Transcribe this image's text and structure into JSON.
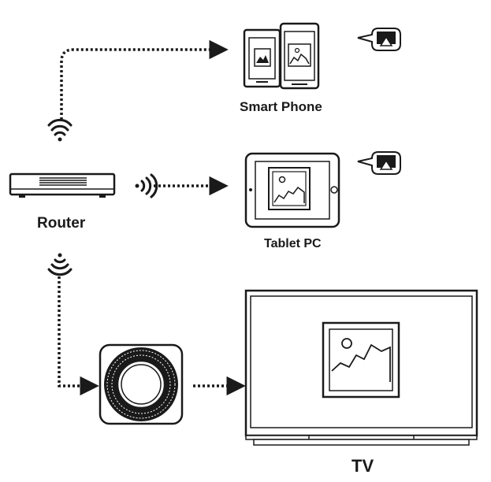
{
  "labels": {
    "phone": "Smart Phone",
    "router": "Router",
    "tablet": "Tablet PC",
    "tv": "TV"
  },
  "nodes": [
    {
      "id": "router",
      "name": "Router"
    },
    {
      "id": "phone",
      "name": "Smart Phone"
    },
    {
      "id": "tablet",
      "name": "Tablet PC"
    },
    {
      "id": "dongle",
      "name": ""
    },
    {
      "id": "tv",
      "name": "TV"
    }
  ],
  "edges": [
    {
      "from": "router",
      "to": "phone",
      "style": "dotted-arrow"
    },
    {
      "from": "router",
      "to": "tablet",
      "style": "dotted-arrow"
    },
    {
      "from": "router",
      "to": "dongle",
      "style": "dotted-arrow"
    },
    {
      "from": "dongle",
      "to": "tv",
      "style": "dotted-arrow"
    }
  ],
  "icons": {
    "wifi": "wifi-signal-icon",
    "airplay": "airplay-icon",
    "image": "picture-icon"
  },
  "colors": {
    "line": "#1a1a1a",
    "fill_light": "#f2f2f2",
    "background": "#ffffff"
  }
}
